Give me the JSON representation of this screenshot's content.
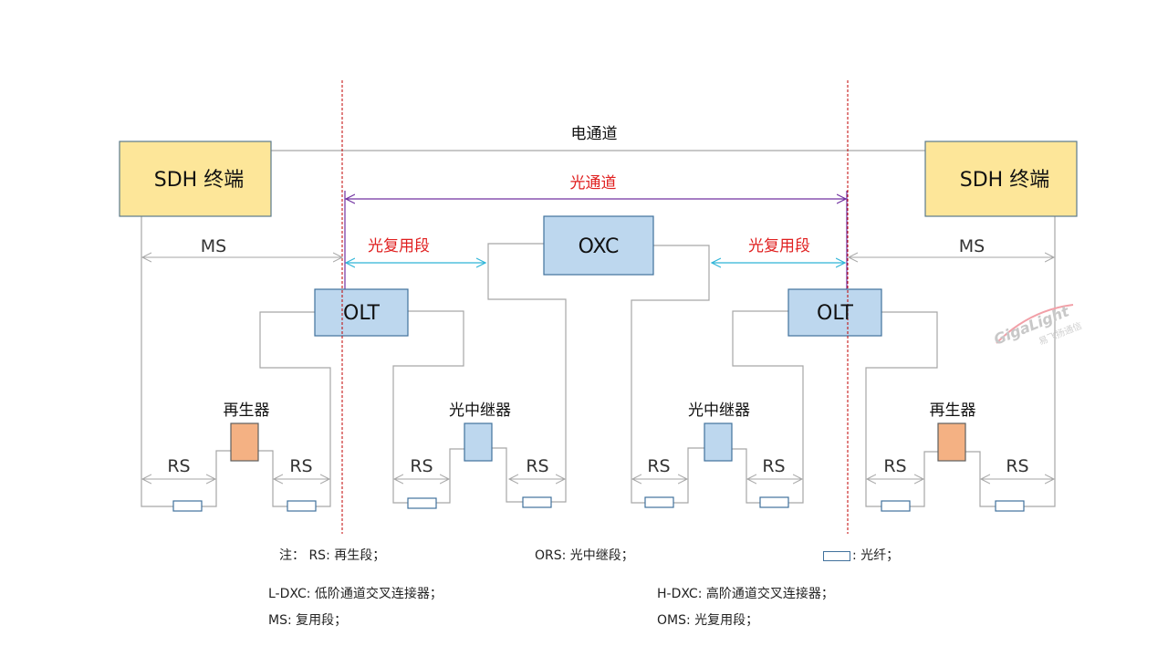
{
  "colors": {
    "terminal_fill": "#fde699",
    "device_fill": "#bdd7ee",
    "regenerator_fill": "#f4b183",
    "box_stroke": "#41719c",
    "line_gray": "#a6a6a6",
    "dashed_red": "#c00000",
    "optical_channel": "#7030a0",
    "oms_arrow": "#2fb5d8",
    "red_text": "#e02020"
  },
  "nodes": {
    "sdh_left": "SDH 终端",
    "sdh_right": "SDH 终端",
    "oxc": "OXC",
    "olt_left": "OLT",
    "olt_right": "OLT",
    "regen_left": "再生器",
    "repeater_left": "光中继器",
    "repeater_right": "光中继器",
    "regen_right": "再生器"
  },
  "segments": {
    "electrical_channel": "电通道",
    "optical_channel": "光通道",
    "oms_left": "光复用段",
    "oms_right": "光复用段",
    "ms_left": "MS",
    "ms_right": "MS",
    "rs_labels": [
      "RS",
      "RS",
      "RS",
      "RS",
      "RS",
      "RS",
      "RS",
      "RS"
    ]
  },
  "notes": {
    "prefix": "注：",
    "rs": "RS: 再生段；",
    "ors": "ORS: 光中继段；",
    "fiber": ": 光纤；",
    "ldxc": "L-DXC: 低阶通道交叉连接器；",
    "hdxc": "H-DXC: 高阶通道交叉连接器；",
    "ms": "MS: 复用段；",
    "oms": "OMS: 光复用段；"
  },
  "watermark": {
    "brand": "GigaLight",
    "sub": "易飞扬通信"
  }
}
